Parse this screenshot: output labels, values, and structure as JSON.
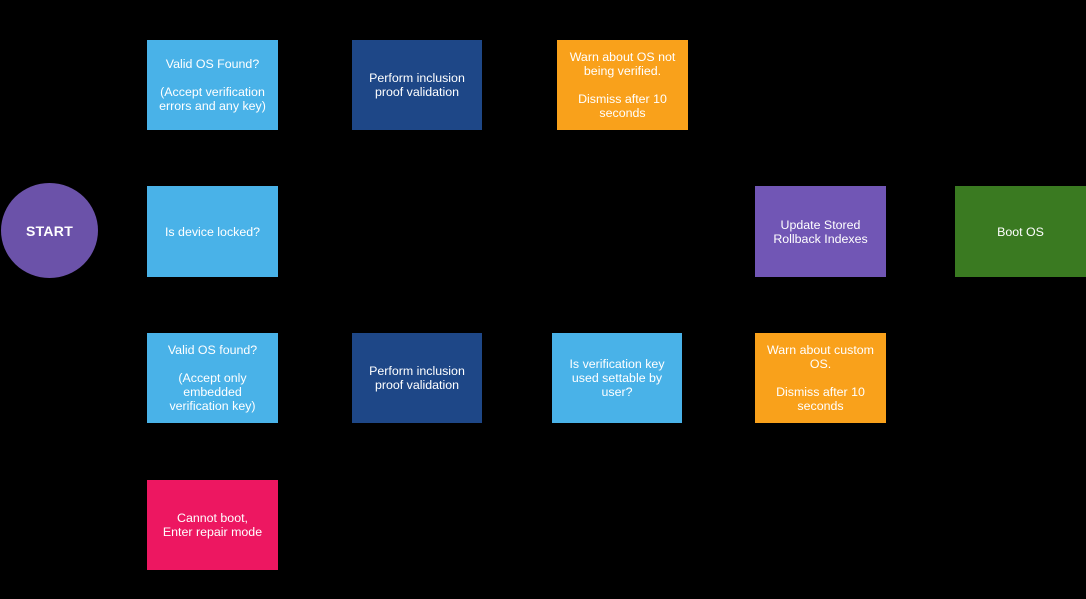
{
  "diagram": {
    "type": "flowchart",
    "background_color": "#000000",
    "text_color": "#ffffff",
    "palette": {
      "light_blue": "#49B2E8",
      "dark_blue": "#1E4787",
      "orange": "#F9A11B",
      "purple_circle": "#6B52A9",
      "purple_box": "#7156B5",
      "green": "#3A7A21",
      "pink": "#ED1761"
    },
    "nodes": [
      {
        "id": "start",
        "shape": "circle",
        "color": "#6B52A9",
        "label": "START"
      },
      {
        "id": "valid-os-found-any-key",
        "shape": "rect",
        "color": "#49B2E8",
        "label": "Valid OS Found?\n\n(Accept verification\nerrors and any key)"
      },
      {
        "id": "inclusion-proof-top",
        "shape": "rect",
        "color": "#1E4787",
        "label": "Perform inclusion\nproof validation"
      },
      {
        "id": "warn-os-not-verified",
        "shape": "rect",
        "color": "#F9A11B",
        "label": "Warn about OS not\nbeing verified.\n\nDismiss after 10\nseconds"
      },
      {
        "id": "is-device-locked",
        "shape": "rect",
        "color": "#49B2E8",
        "label": "Is device locked?"
      },
      {
        "id": "update-rollback-indexes",
        "shape": "rect",
        "color": "#7156B5",
        "label": "Update Stored\nRollback Indexes"
      },
      {
        "id": "boot-os",
        "shape": "rect",
        "color": "#3A7A21",
        "label": "Boot OS"
      },
      {
        "id": "valid-os-found-embedded-key",
        "shape": "rect",
        "color": "#49B2E8",
        "label": "Valid OS found?\n\n(Accept only\nembedded\nverification key)"
      },
      {
        "id": "inclusion-proof-bottom",
        "shape": "rect",
        "color": "#1E4787",
        "label": "Perform inclusion\nproof validation"
      },
      {
        "id": "verification-key-settable",
        "shape": "rect",
        "color": "#49B2E8",
        "label": "Is verification key\nused settable by\nuser?"
      },
      {
        "id": "warn-custom-os",
        "shape": "rect",
        "color": "#F9A11B",
        "label": "Warn about custom\nOS.\n\nDismiss after 10\nseconds"
      },
      {
        "id": "cannot-boot-repair-mode",
        "shape": "rect",
        "color": "#ED1761",
        "label": "Cannot boot,\nEnter repair mode"
      }
    ]
  }
}
